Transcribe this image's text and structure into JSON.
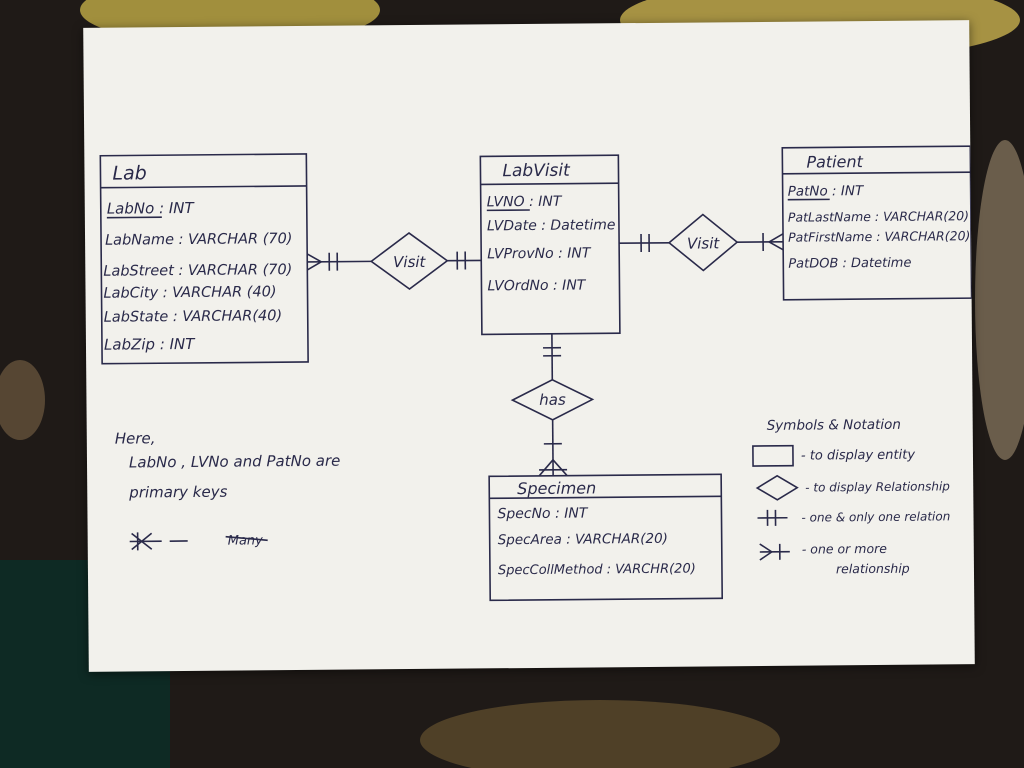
{
  "entities": {
    "lab": {
      "title": "Lab",
      "attributes": [
        "LabNo : INT",
        "LabName : VARCHAR (70)",
        "LabStreet : VARCHAR (70)",
        "LabCity : VARCHAR (40)",
        "LabState : VARCHAR(40)",
        "LabZip : INT"
      ]
    },
    "labvisit": {
      "title": "LabVisit",
      "attributes": [
        "LVNO : INT",
        "LVDate : Datetime",
        "LVProvNo : INT",
        "LVOrdNo : INT"
      ]
    },
    "patient": {
      "title": "Patient",
      "attributes": [
        "PatNo : INT",
        "PatLastName : VARCHAR(20)",
        "PatFirstName : VARCHAR(20)",
        "PatDOB : Datetime"
      ]
    },
    "specimen": {
      "title": "Specimen",
      "attributes": [
        "SpecNo : INT",
        "SpecArea : VARCHAR(20)",
        "SpecCollMethod : VARCHR(20)"
      ]
    }
  },
  "relationships": {
    "lab_labvisit": "Visit",
    "labvisit_patient": "Visit",
    "labvisit_specimen": "has"
  },
  "note": {
    "line1": "Here,",
    "line2": "LabNo , LVNo and PatNo are",
    "line3": "primary keys",
    "crossed": "Many"
  },
  "legend": {
    "title": "Symbols & Notation",
    "entity": "- to display entity",
    "relationship": "- to display Relationship",
    "one_only": "- one & only one relation",
    "one_more": "- one or more",
    "one_more_2": "relationship"
  },
  "colors": {
    "ink": "#2a2a4a",
    "paper": "#f2f1ec",
    "cloth": "#1f1a17",
    "flower": "#c9b24a"
  }
}
